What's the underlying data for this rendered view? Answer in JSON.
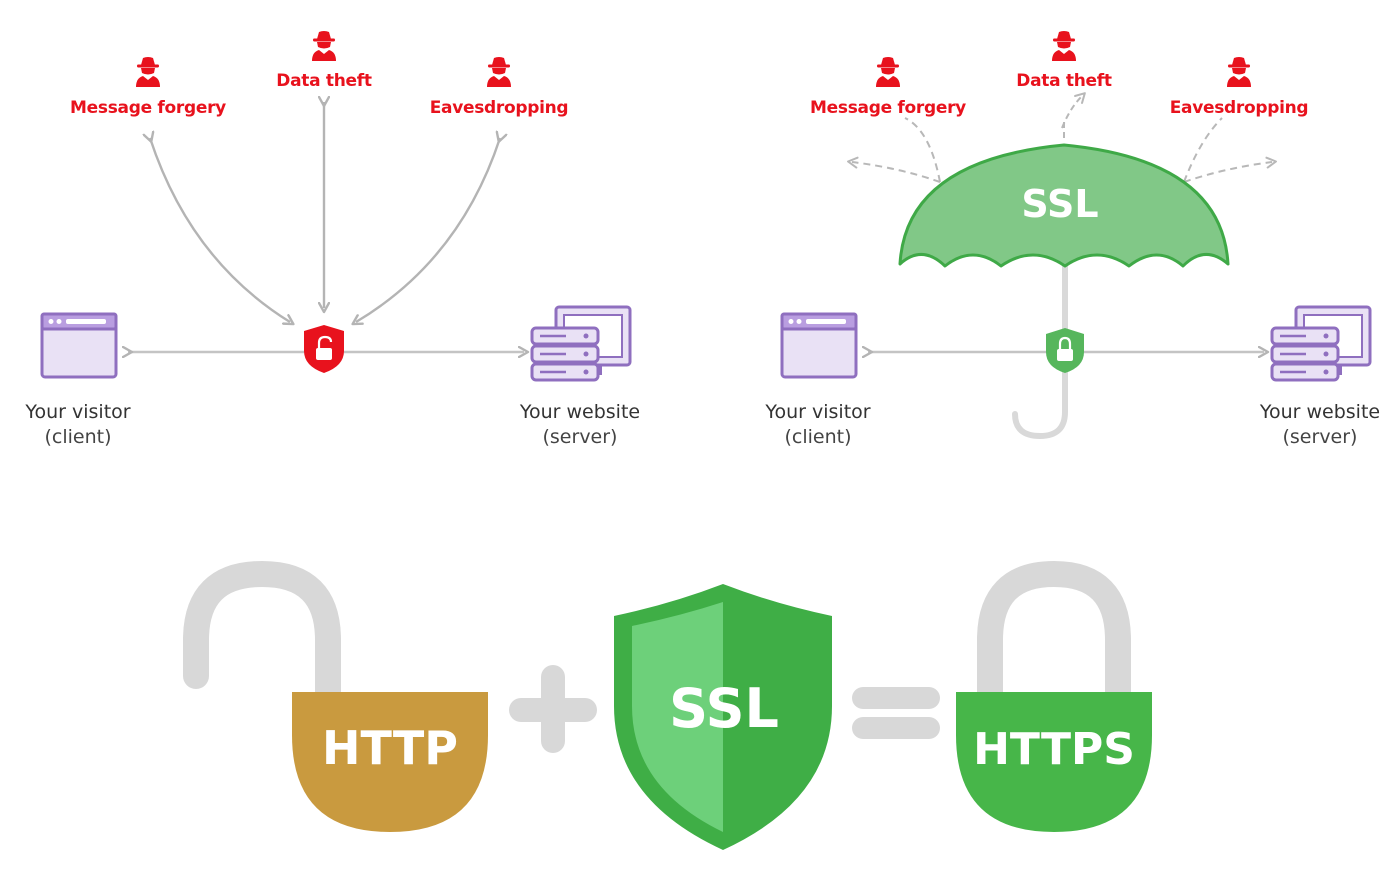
{
  "colors": {
    "threat_red": "#e8121d",
    "arrow_gray": "#b4b4b4",
    "text_dark": "#333333",
    "device_purple": "#8f6fbf",
    "device_purple_light": "#e9e1f5",
    "ssl_green": "#6cc46c",
    "shield_green": "#43b649",
    "http_gold": "#c99a3f",
    "https_green": "#47b649",
    "lock_gray": "#d8d8d8"
  },
  "panel_unprotected": {
    "threats": {
      "message_forgery": "Message forgery",
      "data_theft": "Data theft",
      "eavesdropping": "Eavesdropping"
    },
    "client": {
      "title": "Your visitor",
      "subtitle": "(client)"
    },
    "server": {
      "title": "Your website",
      "subtitle": "(server)"
    },
    "shield_icon": "red-open-padlock-shield-icon"
  },
  "panel_protected": {
    "threats": {
      "message_forgery": "Message forgery",
      "data_theft": "Data theft",
      "eavesdropping": "Eavesdropping"
    },
    "umbrella_label": "SSL",
    "client": {
      "title": "Your visitor",
      "subtitle": "(client)"
    },
    "server": {
      "title": "Your website",
      "subtitle": "(server)"
    },
    "shield_icon": "green-closed-padlock-shield-icon"
  },
  "equation": {
    "http_label": "HTTP",
    "plus_symbol": "plus-icon",
    "ssl_label": "SSL",
    "equals_symbol": "equals-icon",
    "https_label": "HTTPS"
  }
}
